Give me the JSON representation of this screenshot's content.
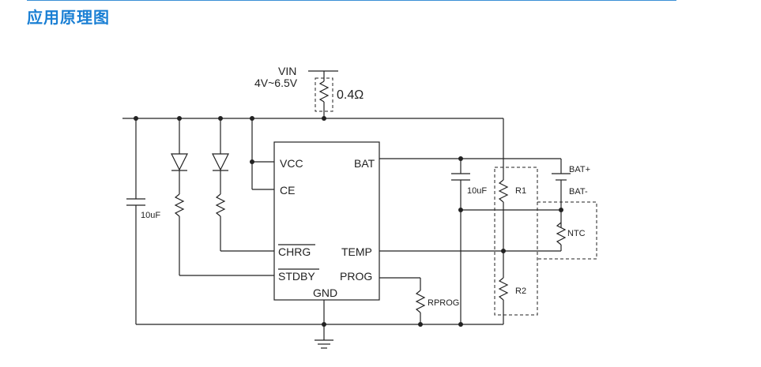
{
  "header": {
    "title": "应用原理图"
  },
  "schematic": {
    "vin_label": "VIN",
    "vin_range": "4V~6.5V",
    "sense_res": "0.4Ω",
    "ic_pins": {
      "vcc": "VCC",
      "ce": "CE",
      "chrg": "CHRG",
      "stdby": "STDBY",
      "bat": "BAT",
      "temp": "TEMP",
      "prog": "PROG",
      "gnd": "GND"
    },
    "cap_in": "10uF",
    "cap_out": "10uF",
    "r1": "R1",
    "r2": "R2",
    "ntc": "NTC",
    "bat_plus": "BAT+",
    "bat_minus": "BAT-",
    "rprog": "RPROG"
  }
}
